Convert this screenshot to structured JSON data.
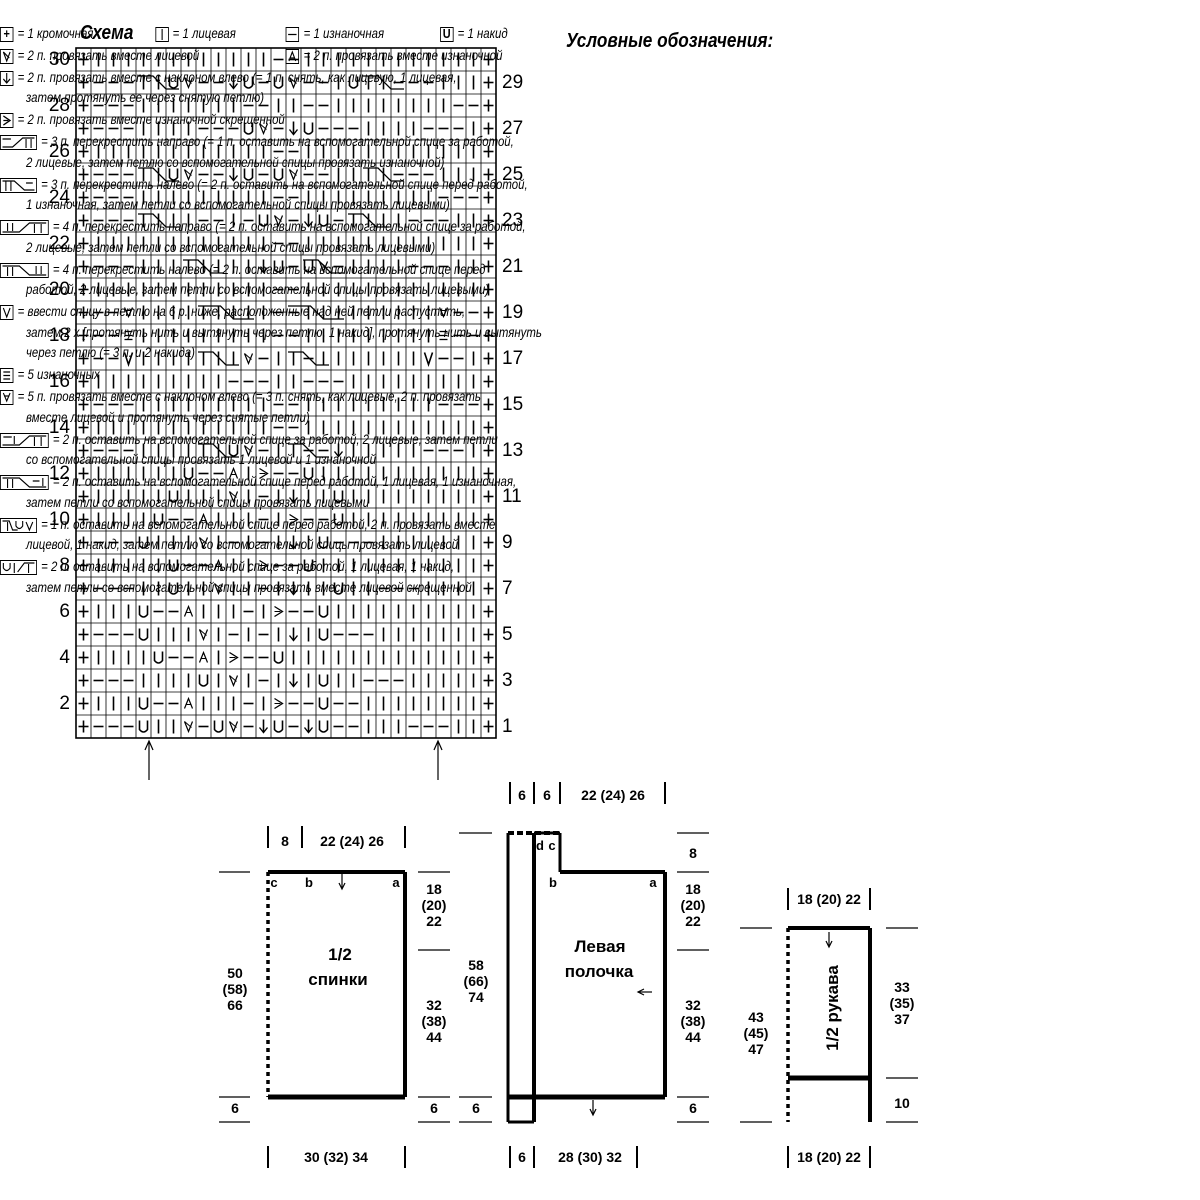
{
  "chart": {
    "title": "Схема",
    "left_row_numbers": [
      "30",
      "28",
      "26",
      "24",
      "22",
      "20",
      "18",
      "16",
      "14",
      "12",
      "10",
      "8",
      "6",
      "4",
      "2"
    ],
    "right_row_numbers": [
      "29",
      "27",
      "25",
      "23",
      "21",
      "19",
      "17",
      "15",
      "13",
      "11",
      "9",
      "7",
      "5",
      "3",
      "1"
    ],
    "columns": 28,
    "rows": 30
  },
  "legend": {
    "title": "Условные обозначения:",
    "row1": [
      {
        "sym": "+",
        "text": "= 1 кромочная"
      },
      {
        "sym": "|",
        "text": "= 1 лицевая"
      },
      {
        "sym": "—",
        "text": "= 1 изнаночная"
      },
      {
        "sym": "U",
        "text": "= 1 накид"
      }
    ],
    "row2": [
      {
        "sym": "k2tog",
        "text": "= 2 п. провязать вместе лицевой"
      },
      {
        "sym": "p2tog",
        "text": "= 2 п. провязать вместе изнаночной"
      }
    ],
    "items": [
      {
        "sym": "ssk",
        "lines": [
          "= 2 п. провязать вместе с наклоном влево (= 1 п. снять, как лицевую, 1 лицевая,",
          "затем протянуть ее через снятую петлю)"
        ]
      },
      {
        "sym": "p2togtbl",
        "lines": [
          "= 2 п. провязать вместе изнаночной скрещенной"
        ]
      },
      {
        "sym": "cr3r",
        "lines": [
          "= 3 п. перекрестить направо (= 1 п. оставить на вспомогательной спице за работой,",
          "2 лицевые, затем петлю со вспомогательной спицы провязать изнаночной)"
        ]
      },
      {
        "sym": "cr3l",
        "lines": [
          "= 3 п. перекрестить налево (= 2 п. оставить на вспомогательной спице перед работой,",
          "1 изнаночная, затем петли со вспомогательной спицы провязать лицевыми)"
        ]
      },
      {
        "sym": "c4r",
        "lines": [
          "= 4 п. перекрестить направо (= 2 п. оставить на вспомогательной спице за работой,",
          "2 лицевые, затем петли со вспомогательной спицы провязать лицевыми)"
        ]
      },
      {
        "sym": "c4l",
        "lines": [
          "= 4 п. перекрестить налево (= 2 п. оставить на вспомогательной спице перед",
          "работой, 2 лицевые, затем петли со вспомогательной спицы провязать лицевыми)"
        ]
      },
      {
        "sym": "V",
        "lines": [
          "= ввести спицу в петлю на 6 р. ниже, расположенные над ней петли распустить,",
          "затем 2 х [протянуть нить и вытянуть через петлю, 1 накид], протянуть нить и вытянуть",
          "через петлю (= 3 п. и 2 накида)"
        ]
      },
      {
        "sym": "p5",
        "lines": [
          "= 5 изнаночных"
        ]
      },
      {
        "sym": "k5tog",
        "lines": [
          "= 5 п. провязать вместе с наклоном влево (= 3 п. снять, как лицевые, 2 п. провязать",
          "вместе лицевой и протянуть через снятые петли)"
        ]
      },
      {
        "sym": "c4rm",
        "lines": [
          "= 2 п. оставить на вспомогательной спице за работой, 2 лицевые, затем петли",
          "со вспомогательной спицы провязать 1 лицевой и 1 изнаночной"
        ]
      },
      {
        "sym": "c4lm",
        "lines": [
          "= 2 п. оставить на вспомогательной спице перед работой, 1 лицевая, 1 изнаночная,",
          "затем петли со вспомогательной спицы провязать лицевыми"
        ]
      },
      {
        "sym": "tuk",
        "lines": [
          "= 1 п. оставить на вспомогательной спице перед работой, 2 п. провязать вместе",
          "лицевой, 1 накид, затем петлю со вспомогательной спицы провязать лицевой"
        ]
      },
      {
        "sym": "uit",
        "lines": [
          "= 2 п. оставить на вспомогательной спице за работой, 1 лицевая, 1 накид,",
          "затем петли со вспомогательной спицы провязать вместе лицевой скрещенной"
        ]
      }
    ]
  },
  "pattern": {
    "back": {
      "label_1": "1/2",
      "label_2": "спинки",
      "top_dims": [
        "8",
        "22 (24) 26"
      ],
      "left_dim": [
        "50",
        "(58)",
        "66"
      ],
      "right_dim_top": [
        "18",
        "(20)",
        "22"
      ],
      "right_dim_mid": [
        "32",
        "(38)",
        "44"
      ],
      "bottom_left": "6",
      "bottom_right": "6",
      "bottom_width": "30 (32) 34",
      "points": [
        "c",
        "b",
        "a"
      ]
    },
    "front": {
      "label_1": "Левая",
      "label_2": "полочка",
      "top_dims": [
        "6",
        "6",
        "22 (24) 26"
      ],
      "left_dim": [
        "58",
        "(66)",
        "74"
      ],
      "right_top": "8",
      "right_dim_top": [
        "18",
        "(20)",
        "22"
      ],
      "right_dim_mid": [
        "32",
        "(38)",
        "44"
      ],
      "bottom_left": "6",
      "bottom_right": "6",
      "bottom_dims": [
        "6",
        "28 (30) 32"
      ],
      "points": [
        "d",
        "c",
        "b",
        "a"
      ]
    },
    "sleeve": {
      "label": "1/2 рукава",
      "top_width": "18 (20) 22",
      "left_dim": [
        "43",
        "(45)",
        "47"
      ],
      "right_dim": [
        "33",
        "(35)",
        "37"
      ],
      "right_bottom": "10",
      "bottom_width": "18 (20) 22"
    }
  }
}
